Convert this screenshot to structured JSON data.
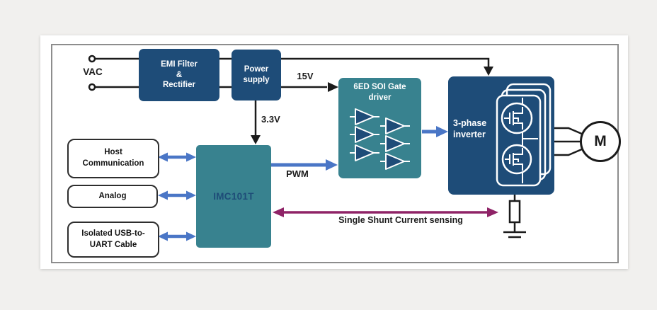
{
  "labels": {
    "vac": "VAC",
    "v15": "15V",
    "v33": "3.3V",
    "pwm": "PWM",
    "shunt": "Single Shunt Current sensing",
    "motor": "M"
  },
  "blocks": {
    "emi": {
      "lines": [
        "EMI Filter",
        "&",
        "Rectifier"
      ]
    },
    "power": {
      "lines": [
        "Power",
        "supply"
      ]
    },
    "gate_driver": {
      "title": "6ED SOI Gate driver"
    },
    "inverter": {
      "title": "3-phase inverter"
    },
    "imc": {
      "title": "IMC101T"
    },
    "host": {
      "lines": [
        "Host",
        "Communication"
      ]
    },
    "analog": {
      "title": "Analog"
    },
    "usb": {
      "lines": [
        "Isolated USB-to-",
        "UART Cable"
      ]
    }
  },
  "icons": {
    "gate_driver": "driver-amplifier-triangles",
    "inverter": "mosfet-half-bridge-stack",
    "motor": "motor-circle",
    "shunt": "resistor-to-ground"
  },
  "colors": {
    "navy": "#1e4c78",
    "teal": "#38828f",
    "arrow-blue": "#4a76c6",
    "purple": "#8f2367",
    "ink": "#1b1b1b"
  }
}
